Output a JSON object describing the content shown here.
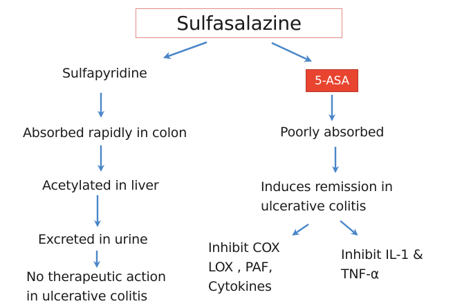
{
  "diagram": {
    "title": "Sulfasalazine",
    "arrow_color": "#4a86c8",
    "title_border_color": "#e08a85",
    "highlight_box_color": "#e8442f",
    "left_branch": {
      "metabolite": "Sulfapyridine",
      "steps": [
        "Absorbed rapidly in colon",
        "Acetylated in liver",
        "Excreted in urine"
      ],
      "outcome_line1": "No therapeutic action",
      "outcome_line2": "in ulcerative colitis"
    },
    "right_branch": {
      "metabolite": "5-ASA",
      "steps": [
        "Poorly absorbed"
      ],
      "effect_line1": "Induces remission in",
      "effect_line2": "ulcerative colitis",
      "mechanisms": {
        "left": {
          "line1": "Inhibit COX",
          "line2": "LOX , PAF,",
          "line3": "Cytokines"
        },
        "right": {
          "line1": "Inhibit IL-1 &",
          "line2": "TNF-α"
        }
      }
    }
  }
}
